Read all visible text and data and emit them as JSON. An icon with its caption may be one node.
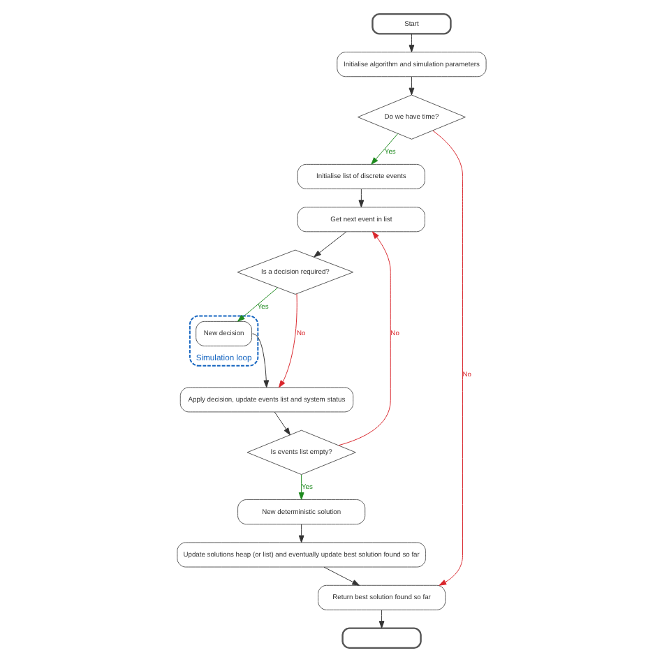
{
  "diagram": {
    "nodes": [
      {
        "text": [
          "Start"
        ]
      },
      {
        "text": [
          "Initialise algorithm and simulation parameters"
        ]
      },
      {
        "text": [
          "Do we have time?"
        ]
      },
      {
        "text": [
          "Initialise list of discrete events"
        ]
      },
      {
        "text": [
          "Get next event in list"
        ]
      },
      {
        "text": [
          "Simulation loop"
        ]
      },
      {
        "text": [
          "New decision"
        ],
        "in": 5
      },
      {
        "text": [
          "Is a decision required?"
        ]
      },
      {
        "text": [
          "Apply decision, update events list and system status"
        ]
      },
      {
        "text": [
          "Is events list empty?"
        ]
      },
      {
        "text": [
          "New deterministic solution"
        ]
      },
      {
        "text": [
          "Update solutions heap (or list) and eventually update best solution found so far"
        ]
      },
      {
        "text": [
          "Return best solution found so far"
        ]
      },
      {
        "text": [],
        "shape": "box"
      }
    ],
    "edges": [
      {
        "from": 0,
        "to": 1,
        "arrow": "to"
      },
      {
        "from": 1,
        "to": 2,
        "arrow": "to"
      },
      {
        "from": 2,
        "to": 3,
        "arrow": "to",
        "label": "Yes",
        "color": "#1e8a1e"
      },
      {
        "from": 2,
        "to": 12,
        "arrow": "to",
        "label": "No",
        "color": "#d9262c"
      },
      {
        "from": 3,
        "to": 4,
        "arrow": "to"
      },
      {
        "from": 4,
        "to": 7,
        "arrow": "to"
      },
      {
        "from": 7,
        "to": 6,
        "arrow": "to",
        "label": "Yes",
        "color": "#1e8a1e"
      },
      {
        "from": 7,
        "to": 8,
        "arrow": "to",
        "label": "No",
        "color": "#d9262c"
      },
      {
        "from": 6,
        "to": 8,
        "arrow": "to"
      },
      {
        "from": 8,
        "to": 9,
        "arrow": "to"
      },
      {
        "from": 9,
        "to": 10,
        "arrow": "to",
        "label": "Yes",
        "color": "#1e8a1e"
      },
      {
        "from": 9,
        "to": 4,
        "arrow": "to",
        "label": "No",
        "color": "#d9262c"
      },
      {
        "from": 10,
        "to": 11,
        "arrow": "to"
      },
      {
        "from": 11,
        "to": 12,
        "arrow": "to"
      },
      {
        "from": 12,
        "to": 13,
        "arrow": "to"
      }
    ]
  }
}
